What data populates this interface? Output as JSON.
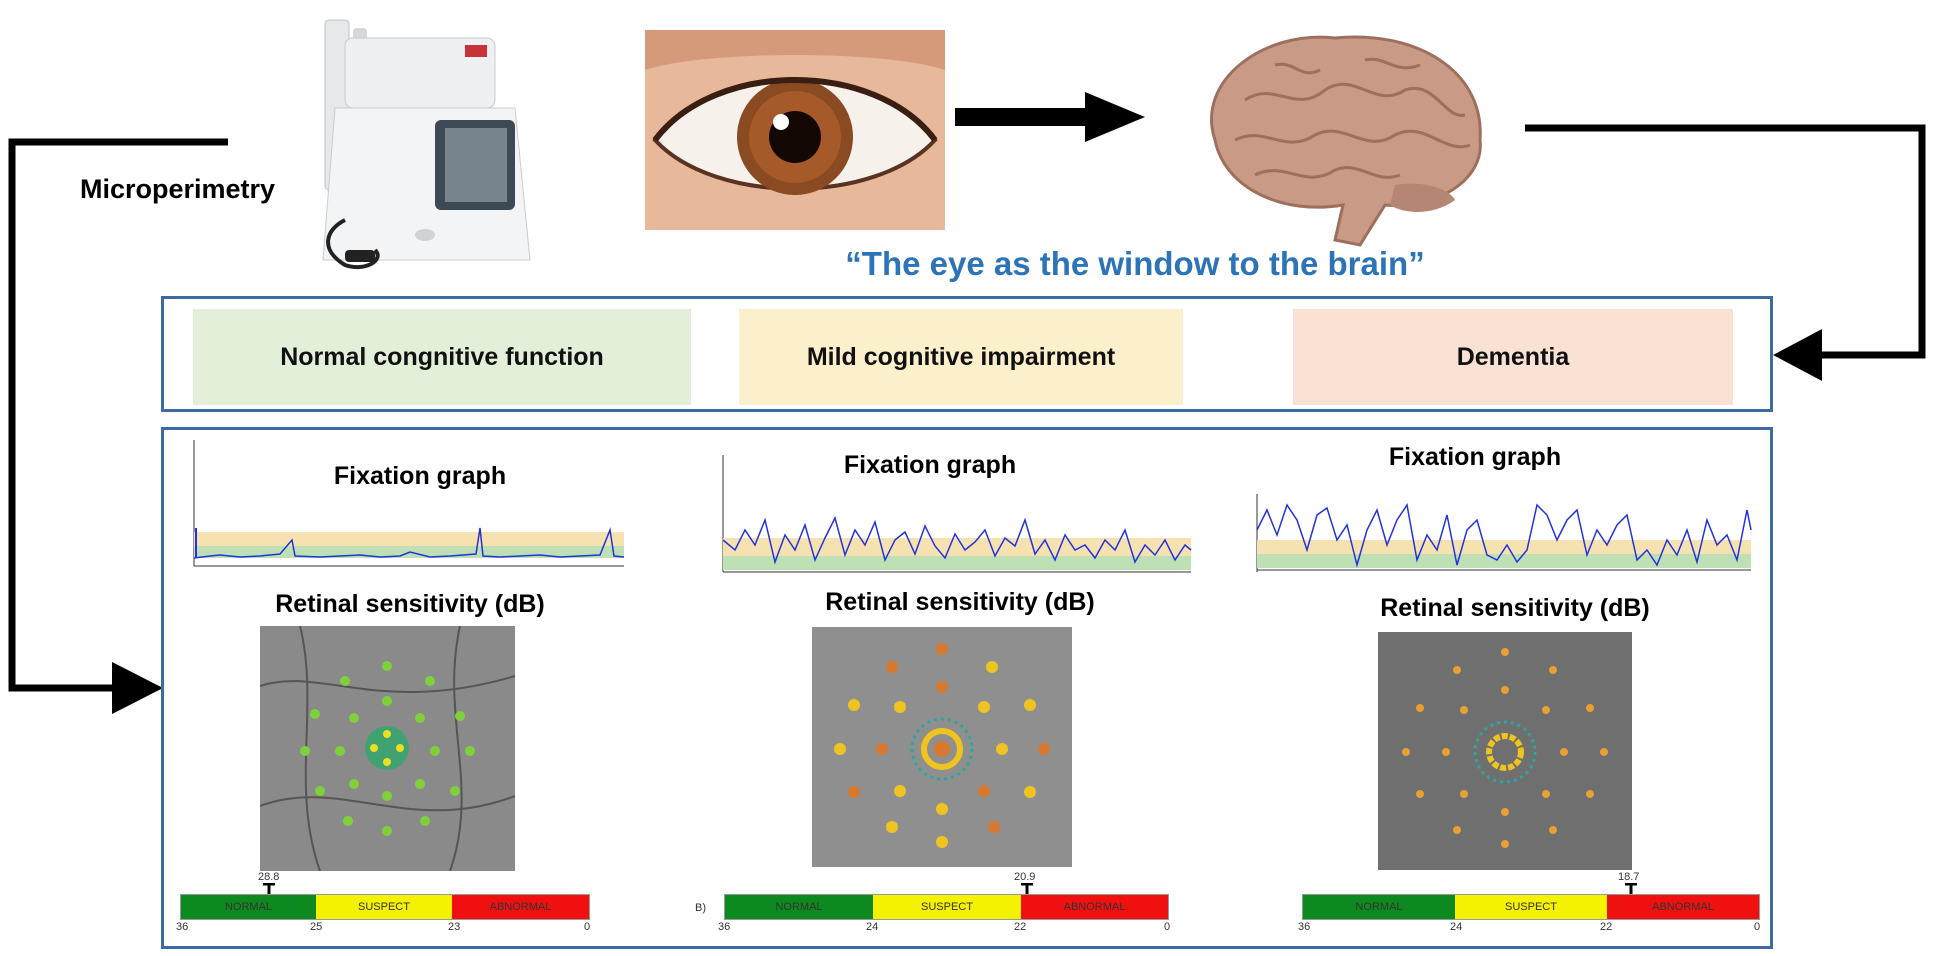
{
  "microperimetry_label": "Microperimetry",
  "quote": "“The eye as the window to the brain”",
  "categories": [
    {
      "label": "Normal congnitive function",
      "color": "#e3efd9"
    },
    {
      "label": "Mild cognitive impairment",
      "color": "#fcefcb"
    },
    {
      "label": "Dementia",
      "color": "#f9e2d4"
    }
  ],
  "panels": [
    {
      "fixation_title": "Fixation graph",
      "sensitivity_title": "Retinal sensitivity (dB)",
      "marker_value": "28.8",
      "scale_labels": [
        "NORMAL",
        "SUSPECT",
        "ABNORMAL"
      ],
      "scale_ticks": [
        "36",
        "25",
        "23",
        "0"
      ]
    },
    {
      "fixation_title": "Fixation graph",
      "sensitivity_title": "Retinal sensitivity (dB)",
      "marker_value": "20.9",
      "scale_labels": [
        "NORMAL",
        "SUSPECT",
        "ABNORMAL"
      ],
      "scale_ticks": [
        "36",
        "24",
        "22",
        "0"
      ],
      "prefix": "B)"
    },
    {
      "fixation_title": "Fixation graph",
      "sensitivity_title": "Retinal sensitivity (dB)",
      "marker_value": "18.7",
      "scale_labels": [
        "NORMAL",
        "SUSPECT",
        "ABNORMAL"
      ],
      "scale_ticks": [
        "36",
        "24",
        "22",
        "0"
      ]
    }
  ],
  "colors": {
    "normal": "#0d8a1f",
    "suspect": "#f4f200",
    "abnormal": "#f01010",
    "frame": "#3d6aa0",
    "quote": "#2c73b8"
  },
  "icons": [
    "microperimeter-device-image",
    "eye-image",
    "brain-image",
    "arrow-right-icon"
  ]
}
